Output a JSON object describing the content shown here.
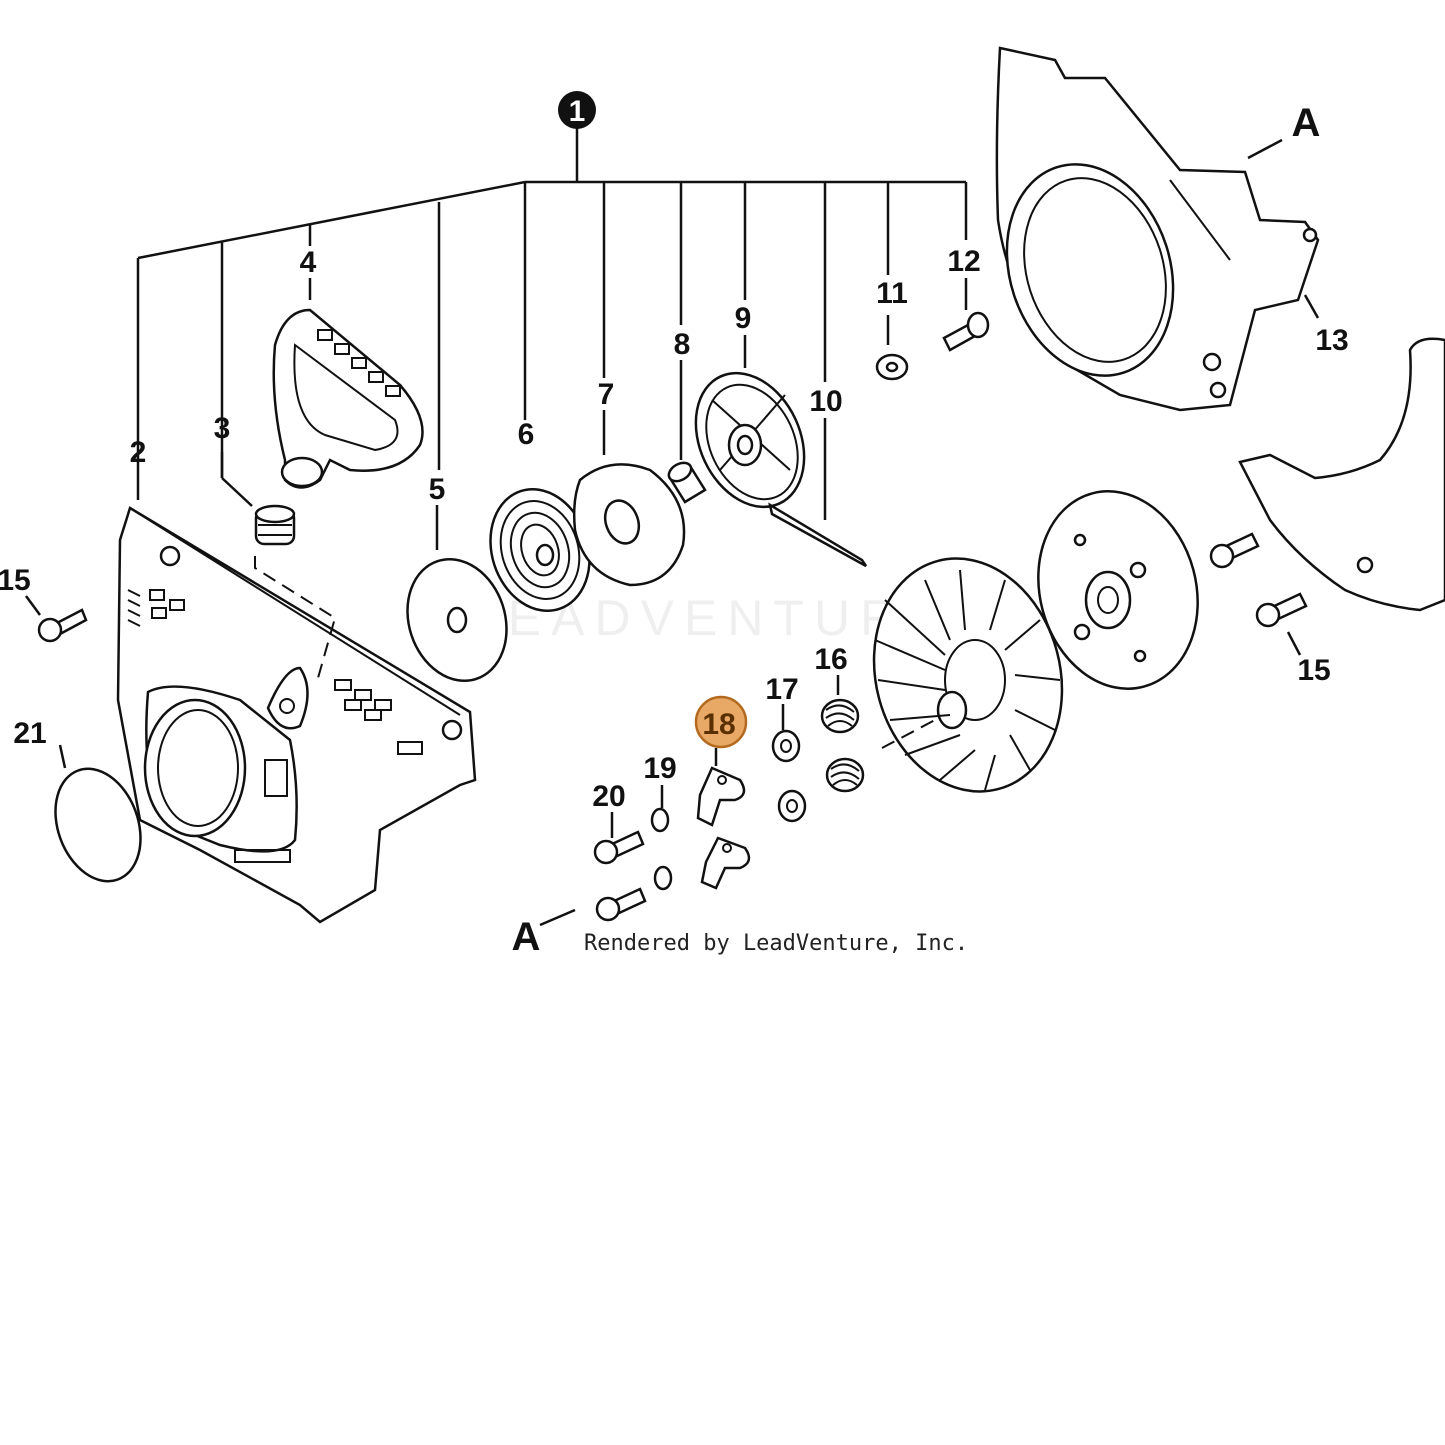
{
  "diagram": {
    "assembly_callout": "1",
    "labels": {
      "p2": "2",
      "p3": "3",
      "p4": "4",
      "p5": "5",
      "p6": "6",
      "p7": "7",
      "p8": "8",
      "p9": "9",
      "p10": "10",
      "p11": "11",
      "p12": "12",
      "p13": "13",
      "p15a": "15",
      "p15b": "15",
      "p16": "16",
      "p17": "17",
      "p18": "18",
      "p19": "19",
      "p20": "20",
      "p21": "21"
    },
    "section_marker_top": "A",
    "section_marker_bottom": "A",
    "highlighted_part": "18",
    "highlight_color": "#e8a866",
    "watermark": "LEADVENTURE",
    "render_credit": "Rendered by LeadVenture, Inc."
  }
}
